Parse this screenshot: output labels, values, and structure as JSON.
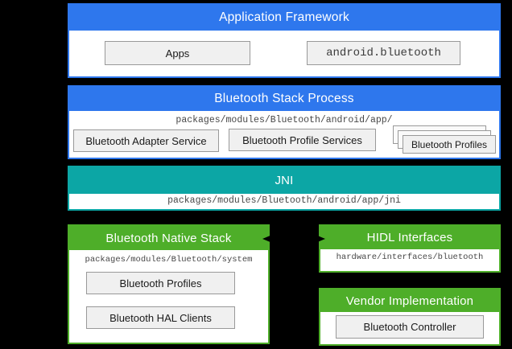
{
  "colors": {
    "background": "#000000",
    "framework_blue": "#2e77ed",
    "jni_teal": "#0ca6a5",
    "native_green": "#4eae29",
    "box_fill": "#f0f0f0",
    "box_border": "#999999"
  },
  "app_framework": {
    "title": "Application Framework",
    "boxes": {
      "apps": "Apps",
      "android_bluetooth": "android.bluetooth"
    }
  },
  "stack_process": {
    "title": "Bluetooth Stack Process",
    "path": "packages/modules/Bluetooth/android/app/",
    "boxes": {
      "adapter_service": "Bluetooth Adapter Service",
      "profile_services": "Bluetooth Profile Services",
      "profiles_stack": "Bluetooth Profiles"
    }
  },
  "jni": {
    "title": "JNI",
    "path": "packages/modules/Bluetooth/android/app/jni"
  },
  "native_stack": {
    "title": "Bluetooth Native Stack",
    "path": "packages/modules/Bluetooth/system",
    "boxes": {
      "profiles": "Bluetooth Profiles",
      "hal_clients": "Bluetooth HAL Clients"
    }
  },
  "hidl_interfaces": {
    "title": "HIDL Interfaces",
    "path": "hardware/interfaces/bluetooth"
  },
  "vendor_implementation": {
    "title": "Vendor Implementation",
    "boxes": {
      "controller": "Bluetooth Controller"
    }
  }
}
